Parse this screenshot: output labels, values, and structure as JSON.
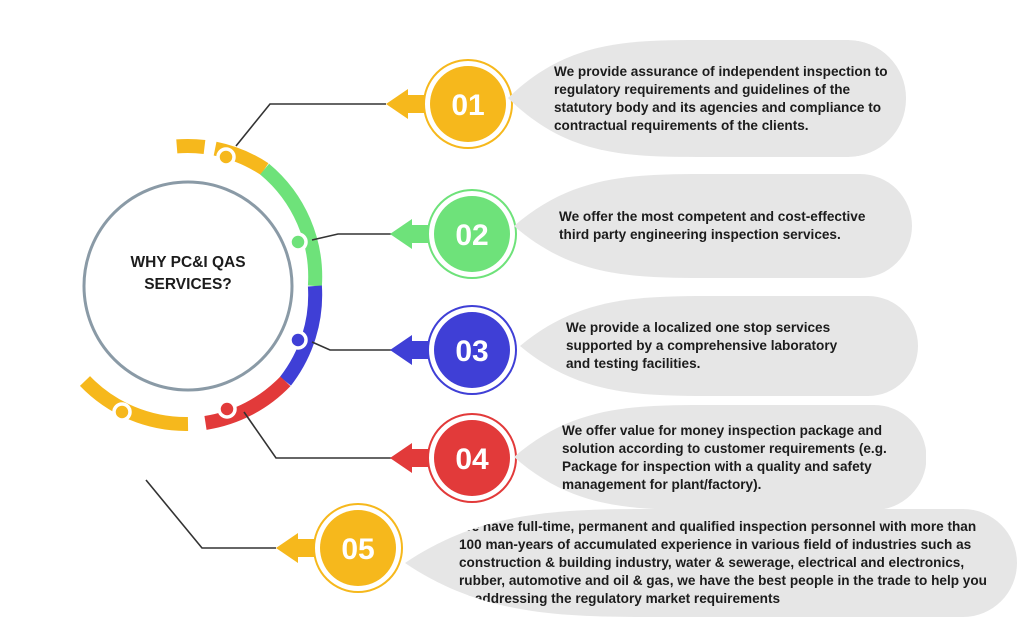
{
  "center": {
    "title": "WHY PC&I QAS SERVICES?"
  },
  "colors": {
    "yellow": "#f6b81c",
    "green": "#6ee27a",
    "blue": "#3f3fd6",
    "red": "#e23a3a",
    "circle_border": "#8a9aa6",
    "connector": "#333333",
    "bubble": "#e6e6e6"
  },
  "items": [
    {
      "number": "01",
      "color": "yellow",
      "text": "We provide assurance of independent inspection to regulatory requirements and guidelines of the statutory body and its agencies and compliance to contractual requirements of the clients."
    },
    {
      "number": "02",
      "color": "green",
      "text": "We offer the most competent and cost-effective third party engineering inspection services."
    },
    {
      "number": "03",
      "color": "blue",
      "text": "We provide a localized one stop services supported by a comprehensive laboratory and testing facilities."
    },
    {
      "number": "04",
      "color": "red",
      "text": "We offer value for money inspection package and solution according to customer requirements (e.g. Package for inspection with a quality and safety management for plant/factory)."
    },
    {
      "number": "05",
      "color": "yellow",
      "text": "We have full-time, permanent and qualified inspection personnel with more than 100 man-years of accumulated experience in various field of industries such as construction & building industry, water & sewerage, electrical and electronics, rubber, automotive and oil & gas, we have the best people in the trade to help you in addressing the regulatory market requirements"
    }
  ]
}
